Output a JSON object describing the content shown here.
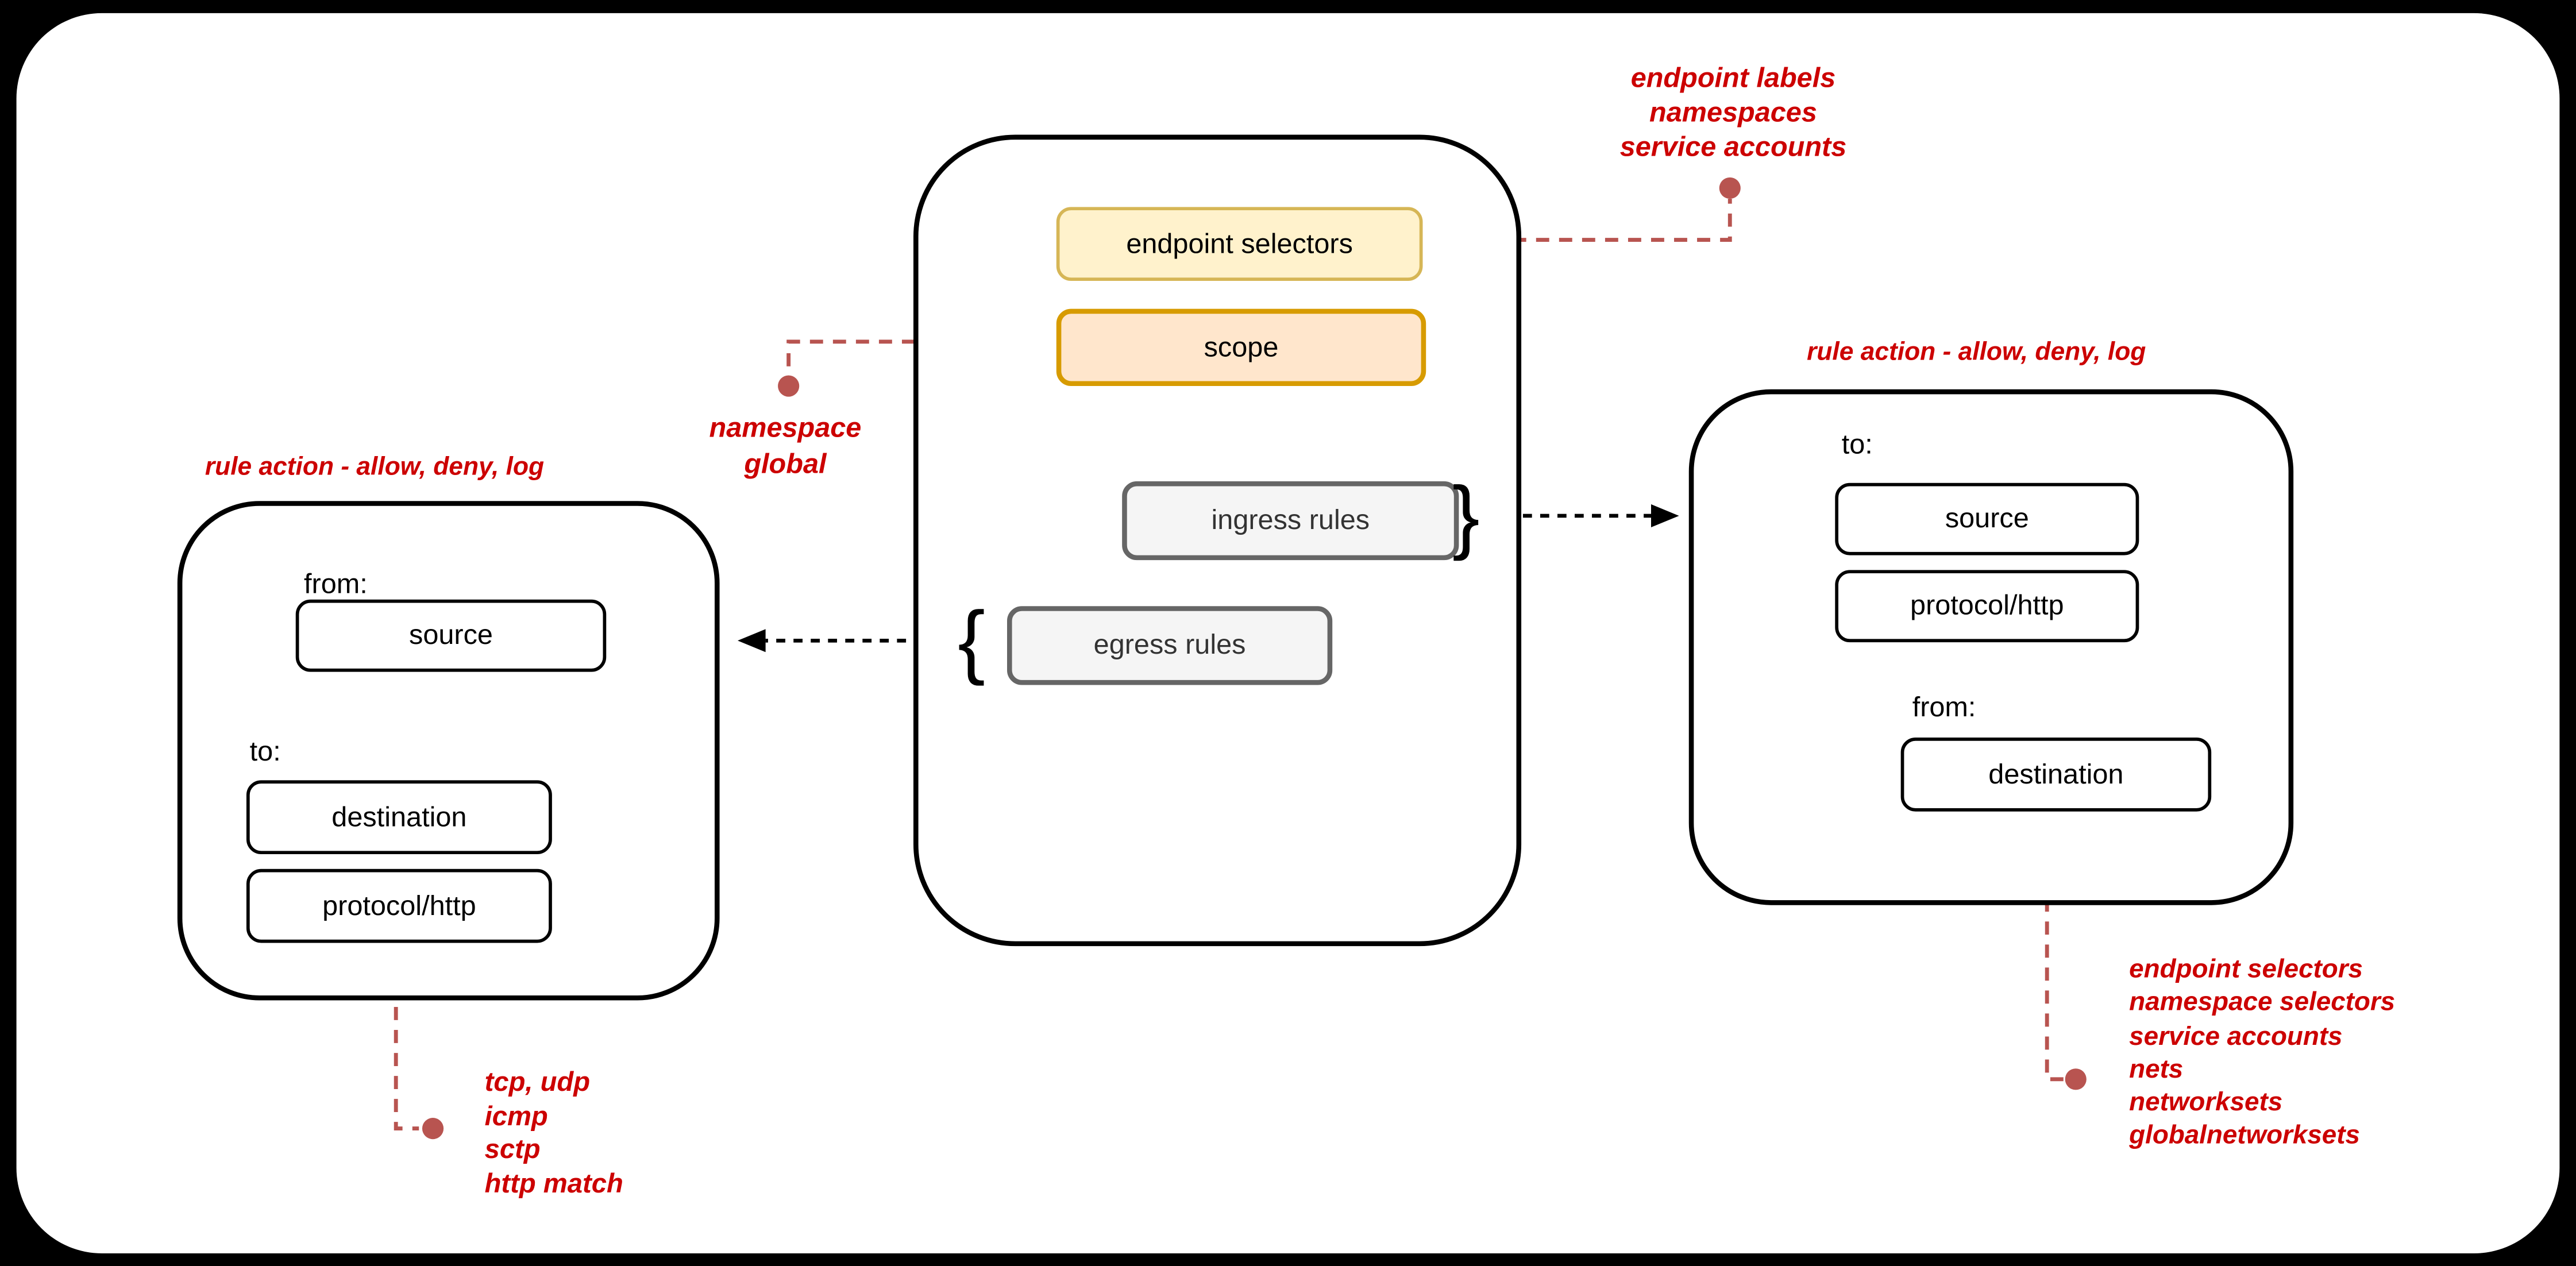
{
  "colors": {
    "frame_background": "#000000",
    "canvas_background": "#ffffff",
    "annotation_red": "#cc0000",
    "connector_red": "#b85450",
    "yellow_fill": "#fff2cc",
    "yellow_border": "#d6b656",
    "orange_fill": "#ffe6cc",
    "orange_border": "#d79b00",
    "gray_fill": "#f5f5f5",
    "gray_border": "#666666"
  },
  "center_policy": {
    "endpoint_selectors_label": "endpoint selectors",
    "scope_label": "scope",
    "ingress_rules_label": "ingress rules",
    "egress_rules_label": "egress rules",
    "ingress_brace": "}",
    "egress_brace": "{"
  },
  "egress_rule_box": {
    "heading": "rule action - allow, deny, log",
    "from_label": "from:",
    "source_label": "source",
    "to_label": "to:",
    "destination_label": "destination",
    "protocol_label": "protocol/http"
  },
  "ingress_rule_box": {
    "heading": "rule action - allow, deny, log",
    "to_label": "to:",
    "source_label": "source",
    "protocol_label": "protocol/http",
    "from_label": "from:",
    "destination_label": "destination"
  },
  "annotations": {
    "endpoint_selector_options": {
      "lines": [
        "endpoint labels",
        "namespaces",
        "service accounts"
      ]
    },
    "scope_options": {
      "lines": [
        "namespace",
        "global"
      ]
    },
    "protocol_options": {
      "lines": [
        "tcp, udp",
        "icmp",
        "sctp",
        "http match"
      ]
    },
    "destination_options": {
      "lines": [
        "endpoint selectors",
        "namespace selectors",
        "service accounts",
        "nets",
        "networksets",
        "globalnetworksets"
      ]
    }
  }
}
